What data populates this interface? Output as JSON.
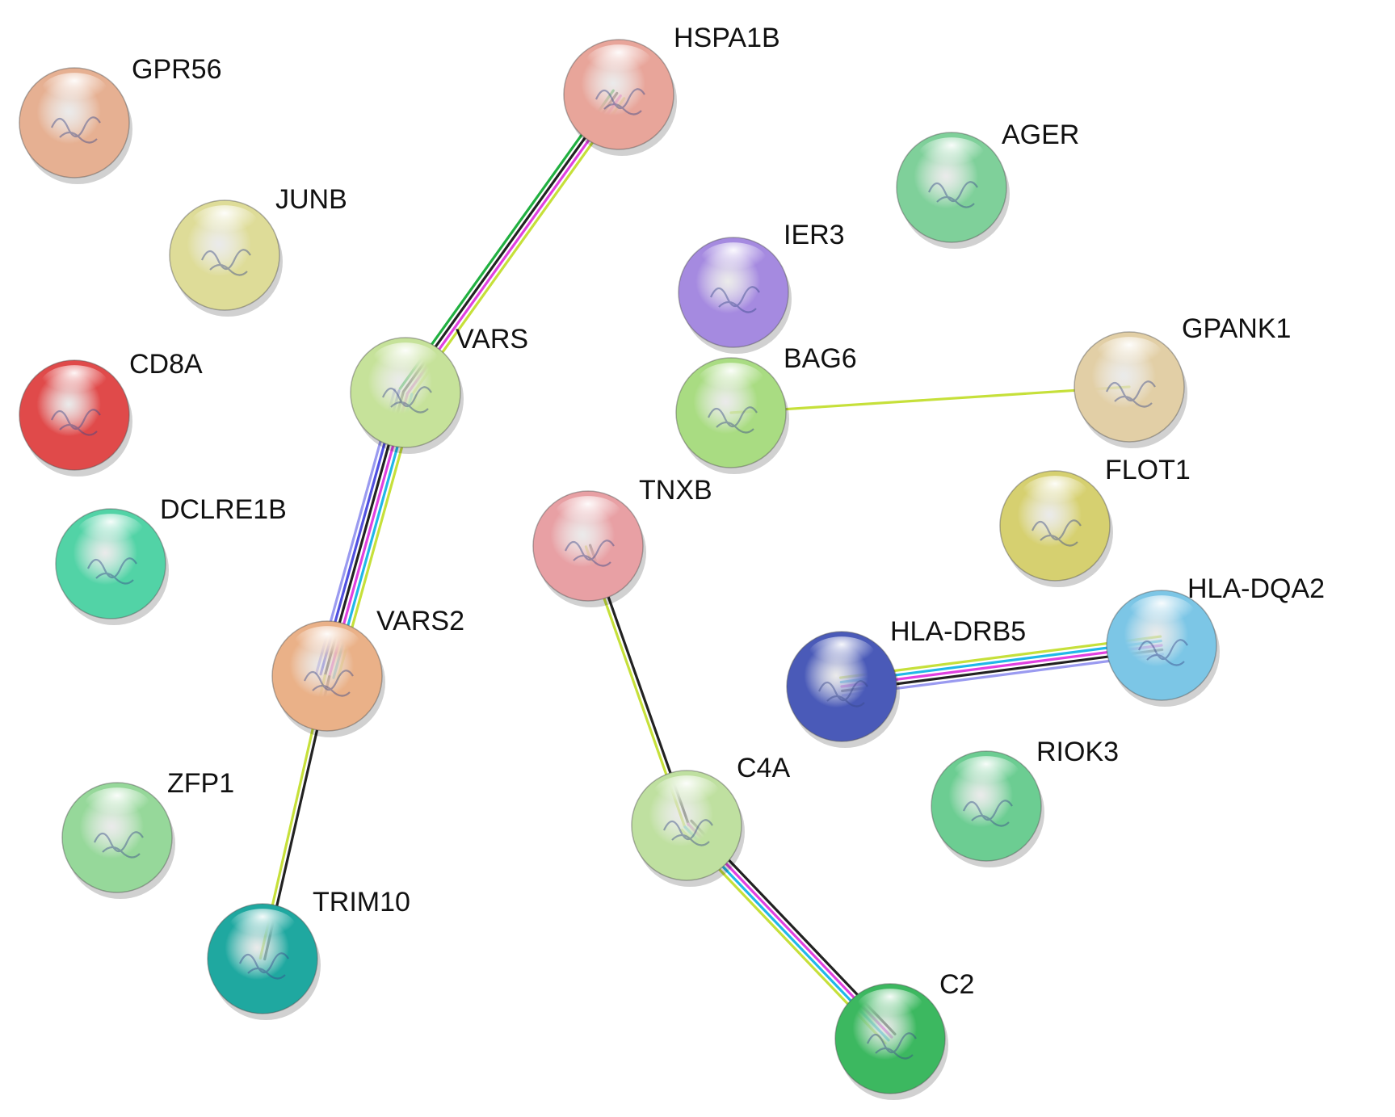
{
  "network": {
    "nodes": [
      {
        "id": "GPR56",
        "label": "GPR56",
        "color": "#e6b092"
      },
      {
        "id": "HSPA1B",
        "label": "HSPA1B",
        "color": "#e8a59a"
      },
      {
        "id": "AGER",
        "label": "AGER",
        "color": "#7fd09a"
      },
      {
        "id": "JUNB",
        "label": "JUNB",
        "color": "#dedc98"
      },
      {
        "id": "IER3",
        "label": "IER3",
        "color": "#a58ae0"
      },
      {
        "id": "VARS",
        "label": "VARS",
        "color": "#c6e29a"
      },
      {
        "id": "BAG6",
        "label": "BAG6",
        "color": "#a9dc82"
      },
      {
        "id": "GPANK1",
        "label": "GPANK1",
        "color": "#e2cfa6"
      },
      {
        "id": "CD8A",
        "label": "CD8A",
        "color": "#e04a4a"
      },
      {
        "id": "TNXB",
        "label": "TNXB",
        "color": "#e8a0a4"
      },
      {
        "id": "FLOT1",
        "label": "FLOT1",
        "color": "#d6d070"
      },
      {
        "id": "DCLRE1B",
        "label": "DCLRE1B",
        "color": "#52d3a6"
      },
      {
        "id": "VARS2",
        "label": "VARS2",
        "color": "#eab188"
      },
      {
        "id": "HLA-DQA2",
        "label": "HLA-DQA2",
        "color": "#7cc6e6"
      },
      {
        "id": "HLA-DRB5",
        "label": "HLA-DRB5",
        "color": "#4a5ab8"
      },
      {
        "id": "C4A",
        "label": "C4A",
        "color": "#bfe0a0"
      },
      {
        "id": "RIOK3",
        "label": "RIOK3",
        "color": "#6ccd92"
      },
      {
        "id": "ZFP1",
        "label": "ZFP1",
        "color": "#96d89a"
      },
      {
        "id": "TRIM10",
        "label": "TRIM10",
        "color": "#1fa8a0"
      },
      {
        "id": "C2",
        "label": "C2",
        "color": "#3cb860"
      }
    ],
    "edges": [
      {
        "source": "HSPA1B",
        "target": "VARS",
        "colors": [
          "#c6e03a",
          "#e040e0",
          "#222222",
          "#20b040"
        ]
      },
      {
        "source": "VARS",
        "target": "VARS2",
        "colors": [
          "#c6e03a",
          "#20b8e8",
          "#e040e0",
          "#222222",
          "#5050e0",
          "#9a9af0"
        ]
      },
      {
        "source": "VARS2",
        "target": "TRIM10",
        "colors": [
          "#222222",
          "#c6e03a"
        ]
      },
      {
        "source": "BAG6",
        "target": "GPANK1",
        "colors": [
          "#c6e03a"
        ]
      },
      {
        "source": "TNXB",
        "target": "C4A",
        "colors": [
          "#222222",
          "#c6e03a"
        ]
      },
      {
        "source": "C4A",
        "target": "C2",
        "colors": [
          "#222222",
          "#e040e0",
          "#20b8e8",
          "#c6e03a"
        ]
      },
      {
        "source": "HLA-DRB5",
        "target": "HLA-DQA2",
        "colors": [
          "#c6e03a",
          "#20b8e8",
          "#e040e0",
          "#222222",
          "#9a9af0"
        ]
      }
    ]
  }
}
